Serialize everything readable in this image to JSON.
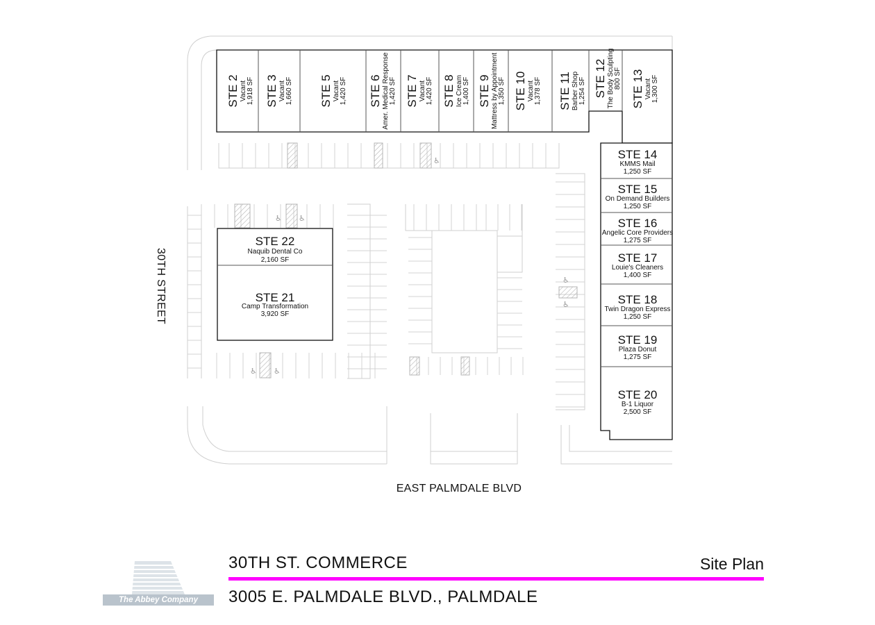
{
  "streets": {
    "west": "30TH STREET",
    "south": "EAST PALMDALE BLVD"
  },
  "north_row": [
    {
      "id": "STE 2",
      "tenant": "Vacant",
      "area": "1,918 SF"
    },
    {
      "id": "STE 3",
      "tenant": "Vacant",
      "area": "1,660 SF"
    },
    {
      "id": "STE 5",
      "tenant": "Vacant",
      "area": "1,420 SF"
    },
    {
      "id": "STE 6",
      "tenant": "Amer. Medical Response",
      "area": "1,420 SF"
    },
    {
      "id": "STE 7",
      "tenant": "Vacant",
      "area": "1,420 SF"
    },
    {
      "id": "STE 8",
      "tenant": "Ice Cream",
      "area": "1,400 SF"
    },
    {
      "id": "STE 9",
      "tenant": "Mattress by Appointment",
      "area": "1,350 SF"
    },
    {
      "id": "STE 10",
      "tenant": "Vacant",
      "area": "1,378 SF"
    },
    {
      "id": "STE 11",
      "tenant": "Barber Shop",
      "area": "1,254 SF"
    },
    {
      "id": "STE 12",
      "tenant": "The Body Sculpting",
      "area": "800 SF"
    },
    {
      "id": "STE 13",
      "tenant": "Vacant",
      "area": "1,300 SF"
    }
  ],
  "east_column": [
    {
      "id": "STE 14",
      "tenant": "KMMS Mail",
      "area": "1,250 SF"
    },
    {
      "id": "STE 15",
      "tenant": "On Demand Builders",
      "area": "1,250 SF"
    },
    {
      "id": "STE 16",
      "tenant": "Angelic Core Providers",
      "area": "1,275 SF"
    },
    {
      "id": "STE 17",
      "tenant": "Louie's Cleaners",
      "area": "1,400 SF"
    },
    {
      "id": "STE 18",
      "tenant": "Twin Dragon Express",
      "area": "1,250 SF"
    },
    {
      "id": "STE 19",
      "tenant": "Plaza Donut",
      "area": "1,275 SF"
    },
    {
      "id": "STE 20",
      "tenant": "B-1 Liquor",
      "area": "2,500 SF"
    }
  ],
  "pad_building": [
    {
      "id": "STE 22",
      "tenant": "Naquib Dental Co",
      "area": "2,160 SF"
    },
    {
      "id": "STE 21",
      "tenant": "Camp Transformation",
      "area": "3,920 SF"
    }
  ],
  "title_block": {
    "project_name": "30TH ST. COMMERCE",
    "address": "3005 E. PALMDALE BLVD., PALMDALE",
    "sheet_label": "Site Plan",
    "company": "The Abbey Company",
    "accent_color": "#ff00ff"
  }
}
